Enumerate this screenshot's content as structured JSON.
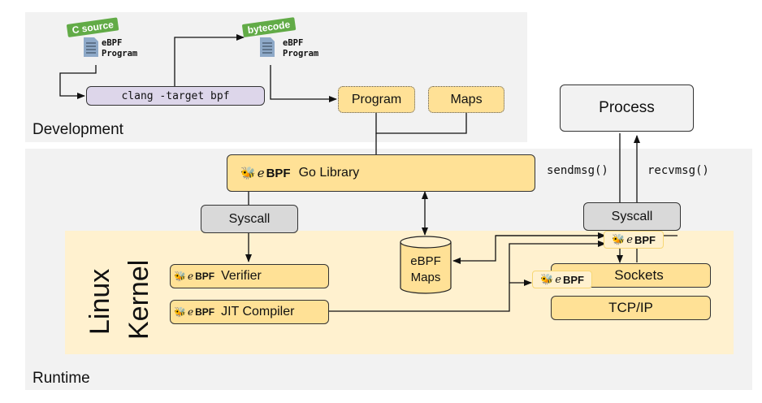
{
  "sections": {
    "development": "Development",
    "runtime": "Runtime",
    "kernel_line1": "Linux",
    "kernel_line2": "Kernel"
  },
  "development": {
    "source_tag": "C source",
    "source_doc_line1": "eBPF",
    "source_doc_line2": "Program",
    "compiler_command": "clang -target bpf",
    "bytecode_tag": "bytecode",
    "bytecode_doc_line1": "eBPF",
    "bytecode_doc_line2": "Program",
    "program_box": "Program",
    "maps_box": "Maps"
  },
  "runtime": {
    "library_logo": "eBPF",
    "library_logo_e": "e",
    "library_logo_bpf": "BPF",
    "library_label": "Go Library",
    "syscall_left": "Syscall",
    "syscall_right": "Syscall",
    "process": "Process",
    "sendmsg": "sendmsg()",
    "recvmsg": "recvmsg()",
    "verifier_label": "Verifier",
    "jit_label": "JIT Compiler",
    "maps_store_line1": "eBPF",
    "maps_store_line2": "Maps",
    "sockets": "Sockets",
    "tcpip": "TCP/IP",
    "logo_e": "e",
    "logo_bpf": "BPF"
  },
  "colors": {
    "tag_green": "#62ab47",
    "component_yellow": "#ffe196",
    "kernel_bg": "#fff1cf",
    "panel_bg": "#f2f2f2",
    "syscall_grey": "#d9d9d9",
    "compiler_purple": "#ddd6ea"
  }
}
